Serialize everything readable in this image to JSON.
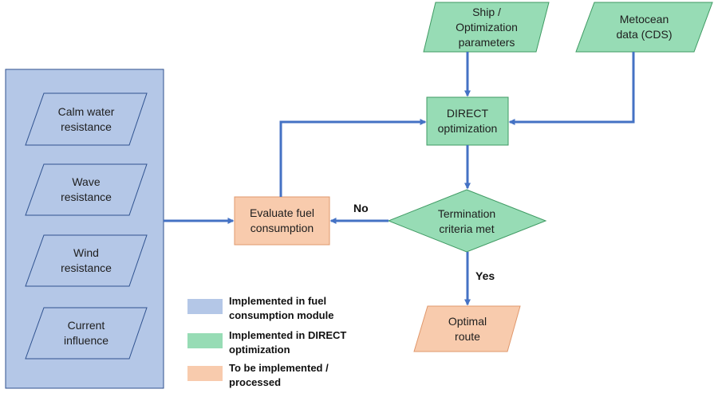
{
  "colors": {
    "fuel_module": "#b4c7e7",
    "direct_optimization": "#97dcb5",
    "to_be_implemented": "#f8cbad",
    "border_blue": "#2f528f",
    "border_green": "#3f9a63",
    "border_orange": "#e0986d",
    "arrow": "#4472c4"
  },
  "module": {
    "items": [
      {
        "label": "Calm water\nresistance"
      },
      {
        "label": "Wave\nresistance"
      },
      {
        "label": "Wind\nresistance"
      },
      {
        "label": "Current\ninfluence"
      }
    ]
  },
  "nodes": {
    "ship_params": "Ship /\nOptimization\nparameters",
    "metocean": "Metocean\ndata (CDS)",
    "direct": "DIRECT\noptimization",
    "termination": "Termination\ncriteria met",
    "evaluate": "Evaluate fuel\nconsumption",
    "optimal_route": "Optimal\nroute"
  },
  "edges": {
    "no": "No",
    "yes": "Yes"
  },
  "legend": [
    {
      "label": "Implemented in fuel\nconsumption module",
      "color": "#b4c7e7"
    },
    {
      "label": "Implemented in DIRECT\noptimization",
      "color": "#97dcb5"
    },
    {
      "label": "To be implemented /\nprocessed",
      "color": "#f8cbad"
    }
  ]
}
